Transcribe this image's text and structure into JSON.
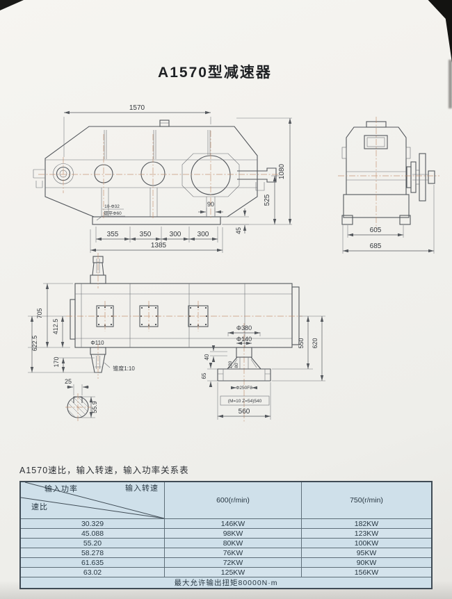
{
  "page": {
    "title": "A1570型减速器",
    "table_caption": "A1570速比，输入转速，输入功率关系表"
  },
  "side_view": {
    "dim_1570": "1570",
    "dim_1080": "1080",
    "dim_525": "525",
    "dim_90": "90",
    "dim_45": "45",
    "dim_355": "355",
    "dim_350": "350",
    "dim_300a": "300",
    "dim_300b": "300",
    "dim_1385": "1385",
    "label_holes": "10-Φ32",
    "label_spotface": "锪平Φ60"
  },
  "end_view": {
    "dim_605": "605",
    "dim_685": "685"
  },
  "top_view": {
    "dim_705": "705",
    "dim_412_5": "412.5",
    "dim_622_5": "622.5",
    "dim_170": "170",
    "dim_25": "25",
    "dim_55_9": "55.9",
    "label_phi110": "Φ110",
    "label_taper": "锥度1:10",
    "dim_phi380": "Φ380",
    "dim_phi140": "Φ140",
    "dim_550": "550",
    "dim_620": "620",
    "dim_40": "40",
    "dim_65": "65",
    "dim_120": "120",
    "dim_80": "80",
    "label_phi250": "Φ250F8",
    "label_gear": "(M=10 Z=54)540",
    "dim_560": "560"
  },
  "table": {
    "corner": {
      "input_power": "输入功率",
      "input_speed": "输入转速",
      "ratio": "速比"
    },
    "columns": [
      "600(r/min)",
      "750(r/min)"
    ],
    "rows": [
      {
        "ratio": "30.329",
        "p600": "146KW",
        "p750": "182KW"
      },
      {
        "ratio": "45.088",
        "p600": "98KW",
        "p750": "123KW"
      },
      {
        "ratio": "55.20",
        "p600": "80KW",
        "p750": "100KW"
      },
      {
        "ratio": "58.278",
        "p600": "76KW",
        "p750": "95KW"
      },
      {
        "ratio": "61.635",
        "p600": "72KW",
        "p750": "90KW"
      },
      {
        "ratio": "63.02",
        "p600": "125KW",
        "p750": "156KW"
      }
    ],
    "footer": "最大允许输出扭矩80000N·m"
  },
  "colors": {
    "table_bg": "#cfe0ea",
    "drawing_line": "#53575c",
    "centerline": "#c08763",
    "paper": "#f2f1ed"
  }
}
